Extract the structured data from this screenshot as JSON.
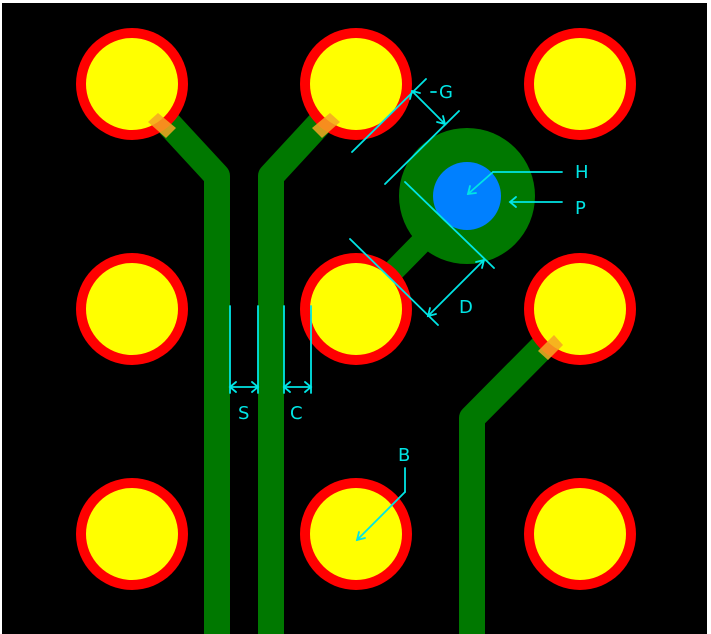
{
  "labels": {
    "G": "G",
    "H": "H",
    "P": "P",
    "D": "D",
    "S": "S",
    "C": "C",
    "B": "B"
  },
  "colors": {
    "background": "#000000",
    "copper_trace": "#007800",
    "pad_ring": "#ff0000",
    "pad_fill": "#ffff00",
    "via_hole": "#0080ff",
    "annotation": "#00e5e5"
  }
}
